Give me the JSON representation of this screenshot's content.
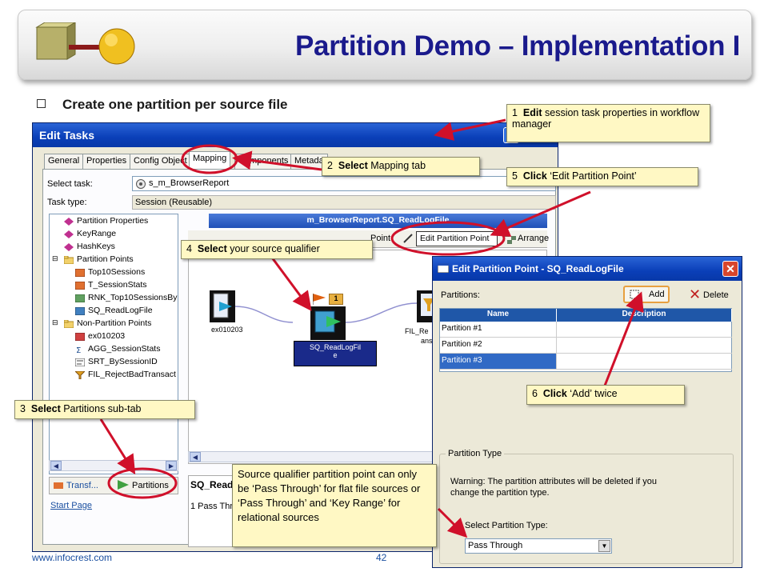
{
  "slide": {
    "title": "Partition Demo – Implementation I",
    "bullet": "Create one partition per source file",
    "footer_url": "www.infocrest.com",
    "page_number": "42"
  },
  "edit_tasks": {
    "title": "Edit Tasks",
    "tabs": [
      "General",
      "Properties",
      "Config Object",
      "Mapping",
      "Components",
      "Metada"
    ],
    "select_task_label": "Select task:",
    "select_task_value": "s_m_BrowserReport",
    "task_type_label": "Task type:",
    "task_type_value": "Session (Reusable)",
    "tree": {
      "items": [
        "Partition Properties",
        "KeyRange",
        "HashKeys",
        "Partition Points",
        "Top10Sessions",
        "T_SessionStats",
        "RNK_Top10SessionsBy",
        "SQ_ReadLogFile",
        "Non-Partition Points",
        "ex010203",
        "AGG_SessionStats",
        "SRT_BySessionID",
        "FIL_RejectBadTransact"
      ]
    },
    "bottom_tabs": [
      "Transf...",
      "Partitions"
    ],
    "start_page": "Start Page",
    "mapping_header": "m_BrowserReport.SQ_ReadLogFile",
    "toolbar": {
      "edit_partition_point": "Edit Partition Point",
      "arrange": "Arrange",
      "partially_visible": "Point"
    },
    "canvas": {
      "source_label": "ex010203",
      "sq_label_1": "SQ_ReadLogFil",
      "sq_label_2": "e",
      "partition_badge": "1",
      "fil_label_1": "FIL_Re",
      "fil_label_2": "ans"
    },
    "lower_panel_title": "SQ_Read",
    "lower_panel_text": "1 Pass Thro"
  },
  "edit_partition_point": {
    "title": "Edit Partition Point - SQ_ReadLogFile",
    "partitions_label": "Partitions:",
    "add_button": "Add",
    "delete_button": "Delete",
    "columns": [
      "Name",
      "Description"
    ],
    "rows": [
      "Partition #1",
      "Partition #2",
      "Partition #3"
    ],
    "partition_type_group": "Partition Type",
    "warning": "Warning: The partition attributes will be deleted if you change the partition type.",
    "select_type_label": "Select Partition Type:",
    "select_type_value": "Pass Through"
  },
  "callouts": {
    "c1": {
      "num": "1",
      "bold": "Edit",
      "rest": " session task properties in workflow manager"
    },
    "c2": {
      "num": "2",
      "bold": "Select",
      "rest": " Mapping tab"
    },
    "c3": {
      "num": "3",
      "bold": "Select",
      "rest": " Partitions sub-tab"
    },
    "c4": {
      "num": "4",
      "bold": "Select",
      "rest": " your source qualifier"
    },
    "c5": {
      "num": "5",
      "bold": "Click",
      "rest": " ‘Edit Partition Point’"
    },
    "c6": {
      "num": "6",
      "bold": "Click",
      "rest": " ‘Add’ twice"
    },
    "note": "Source qualifier partition point can only be ‘Pass Through’ for flat file sources or ‘Pass Through’ and ‘Key Range’ for relational sources"
  },
  "colors": {
    "title_text": "#1a1a8c",
    "window_title": "#0a3fb8",
    "callout_bg": "#fff8c4",
    "arrow": "#d0102a",
    "selected_row": "#316ac5"
  }
}
